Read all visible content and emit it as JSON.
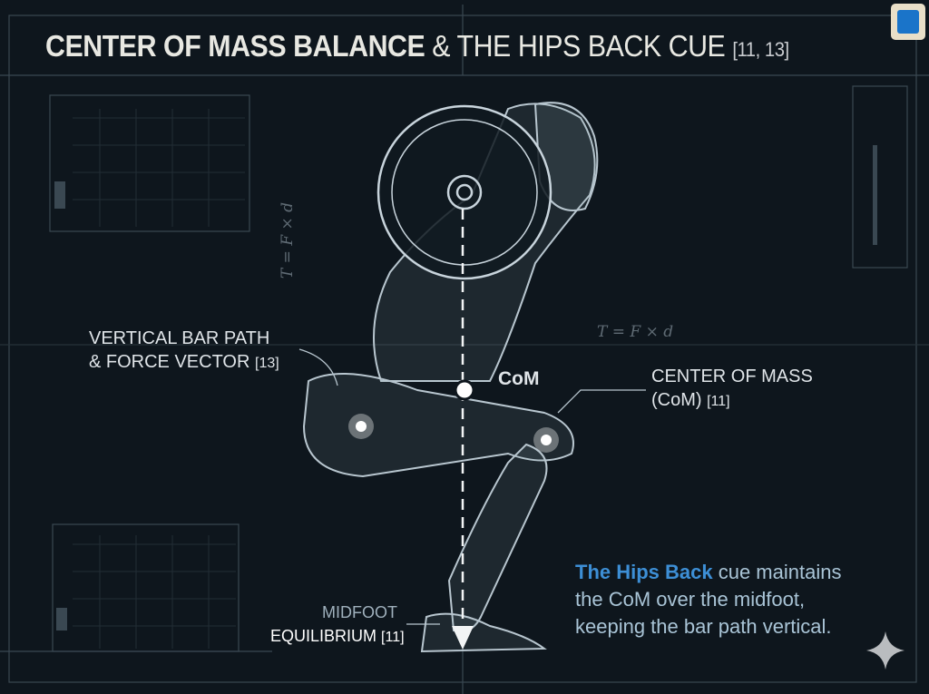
{
  "title": {
    "bold": "CENTER OF MASS BALANCE",
    "rest": "& THE HIPS BACK CUE",
    "ref": "[11, 13]"
  },
  "labels": {
    "bar_path_line1": "VERTICAL BAR PATH",
    "bar_path_line2": "& FORCE VECTOR",
    "bar_path_ref": "[13]",
    "com_short": "CoM",
    "com_line1": "CENTER OF MASS",
    "com_line2": "(CoM)",
    "com_ref": "[11]",
    "midfoot_line1": "MIDFOOT",
    "midfoot_line2": "EQUILIBRIUM",
    "midfoot_ref": "[11]"
  },
  "formulas": {
    "vertical": "T = F × d",
    "horizontal": "T = F × d"
  },
  "note": {
    "highlight": "The Hips Back",
    "line1_rest": " cue maintains",
    "line2": "the CoM over the midfoot,",
    "line3": "keeping the bar path vertical."
  },
  "colors": {
    "background": "#0e161d",
    "accent": "#3d8fd6",
    "line": "#b8c6cf"
  }
}
